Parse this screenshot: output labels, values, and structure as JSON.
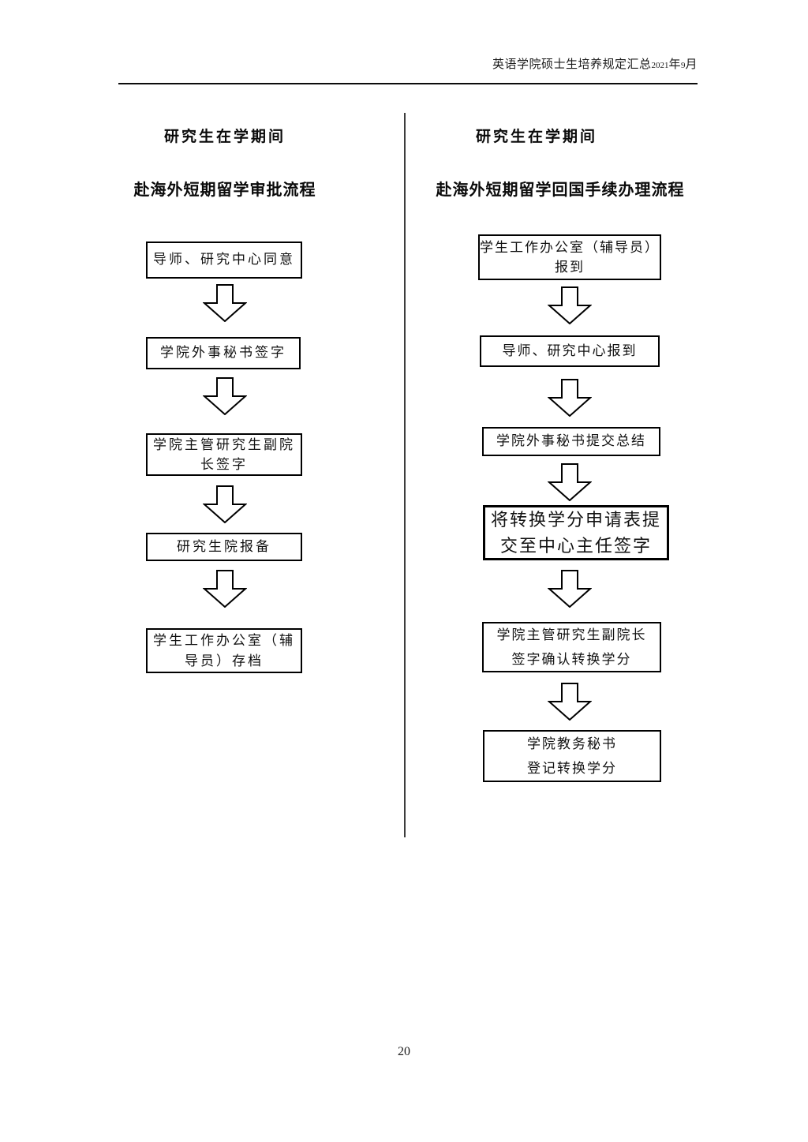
{
  "header": {
    "prefix": "英语学院硕士生培养规定汇总",
    "year": "2021",
    "year_unit": "年",
    "month": "9",
    "month_unit": "月"
  },
  "left_flow": {
    "title_line1": "研究生在学期间",
    "title_line2": "赴海外短期留学审批流程",
    "steps": [
      [
        "导师、研究中心同意"
      ],
      [
        "学院外事秘书签字"
      ],
      [
        "学院主管研究生副院",
        "长签字"
      ],
      [
        "研究生院报备"
      ],
      [
        "学生工作办公室（辅",
        "导员）存档"
      ]
    ]
  },
  "right_flow": {
    "title_line1": "研究生在学期间",
    "title_line2": "赴海外短期留学回国手续办理流程",
    "steps": [
      [
        "学生工作办公室（辅导员）",
        "报到"
      ],
      [
        "导师、研究中心报到"
      ],
      [
        "学院外事秘书提交总结"
      ],
      [
        "将转换学分申请表提",
        "交至中心主任签字"
      ],
      [
        "学院主管研究生副院长",
        "签字确认转换学分"
      ],
      [
        "学院教务秘书",
        "登记转换学分"
      ]
    ]
  },
  "footer": {
    "page_number": "20"
  },
  "colors": {
    "ink": "#000000",
    "divider": "#3d3d3d",
    "paper": "#ffffff"
  }
}
